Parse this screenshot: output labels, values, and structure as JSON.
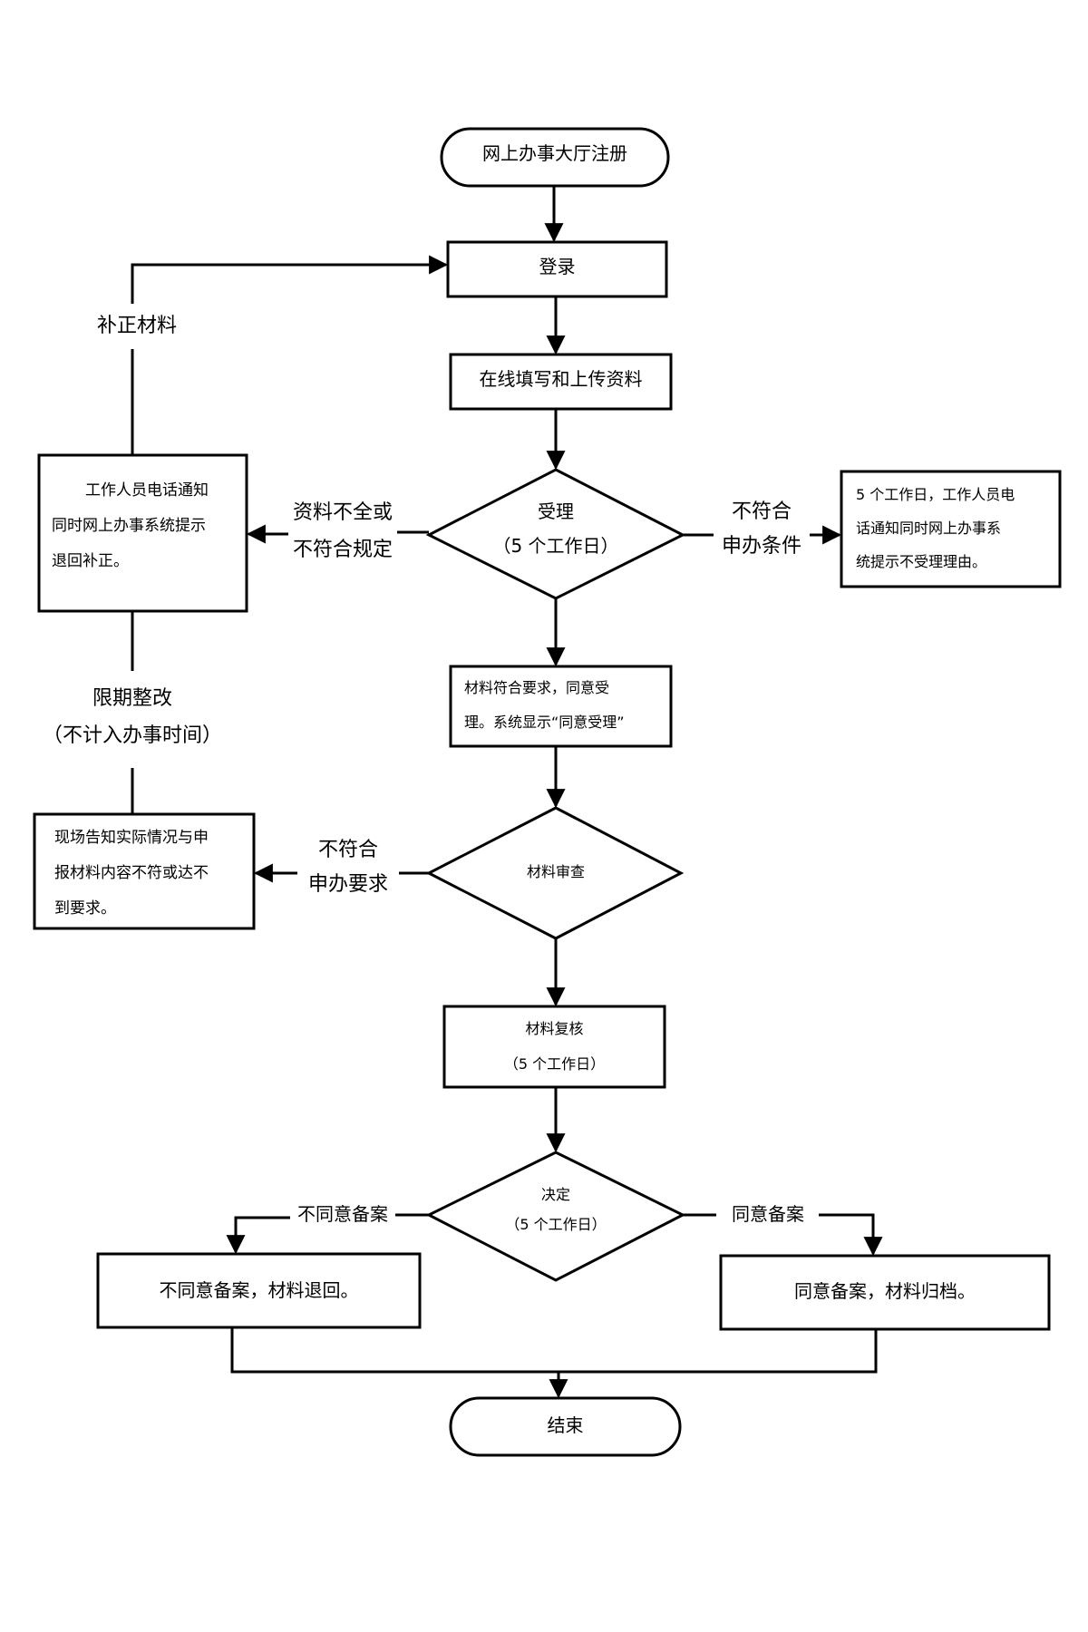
{
  "nodes": {
    "register": "网上办事大厅注册",
    "login": "登录",
    "fill_upload": "在线填写和上传资料",
    "accept": {
      "line1": "受理",
      "line2": "（5 个工作日）"
    },
    "notify_return": {
      "line1": "工作人员电话通知",
      "line2": "同时网上办事系统提示",
      "line3": "退回补正。"
    },
    "notify_reject": {
      "line1": "5 个工作日，工作人员电",
      "line2": "话通知同时网上办事系",
      "line3": "统提示不受理理由。"
    },
    "accepted": {
      "line1": "材料符合要求，同意受",
      "line2": "理。系统显示“同意受理”"
    },
    "review": "材料审查",
    "onsite_notice": {
      "line1": "现场告知实际情况与申",
      "line2": "报材料内容不符或达不",
      "line3": "到要求。"
    },
    "recheck": {
      "line1": "材料复核",
      "line2": "（5 个工作日）"
    },
    "decision": {
      "line1": "决定",
      "line2": "（5 个工作日）"
    },
    "disagree_result": "不同意备案，材料退回。",
    "agree_result": "同意备案，材料归档。",
    "end": "结束"
  },
  "edge_labels": {
    "supplement": "补正材料",
    "incomplete": {
      "line1": "资料不全或",
      "line2": "不符合规定"
    },
    "not_eligible": {
      "line1": "不符合",
      "line2": "申办条件"
    },
    "deadline_fix": {
      "line1": "限期整改",
      "line2": "（不计入办事时间）"
    },
    "not_meet": {
      "line1": "不符合",
      "line2": "申办要求"
    },
    "disagree": "不同意备案",
    "agree": "同意备案"
  }
}
